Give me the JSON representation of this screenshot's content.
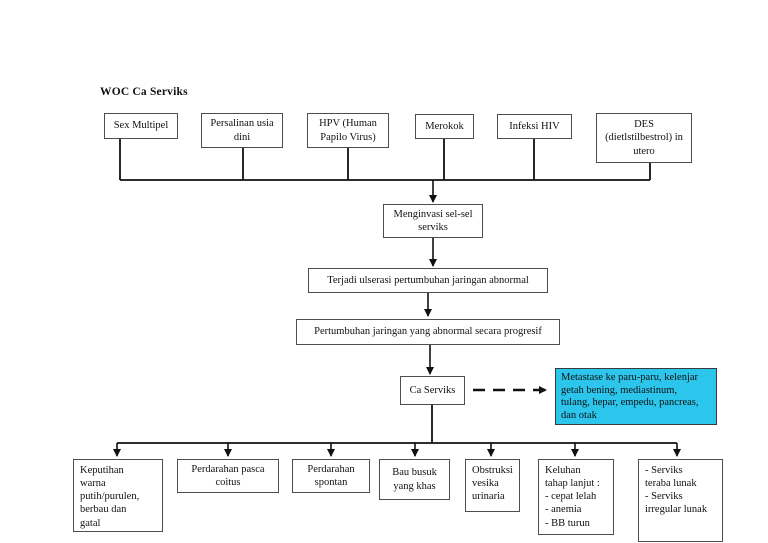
{
  "title": "WOC Ca Serviks",
  "risk_factors": [
    "Sex Multipel",
    "Persalinan usia\ndini",
    "HPV (Human\nPapilo Virus)",
    "Merokok",
    "Infeksi HIV",
    "DES\n(dietlstilbestrol) in\nutero"
  ],
  "process": {
    "invasion": "Menginvasi sel-sel\nserviks",
    "ulceration": "Terjadi ulserasi pertumbuhan jaringan abnormal",
    "progression": "Pertumbuhan jaringan yang abnormal secara progresif",
    "diagnosis": "Ca Serviks"
  },
  "metastasis": "Metastase ke paru-paru, kelenjar\ngetah bening, mediastinum,\ntulang, hepar, empedu, pancreas,\ndan otak",
  "manifestations": [
    "Keputihan\nwarna\nputih/purulen,\nberbau dan\ngatal",
    "Perdarahan pasca\ncoitus",
    "Perdarahan\nspontan",
    "Bau busuk\nyang khas",
    "Obstruksi\nvesika\nurinaria",
    "Keluhan\ntahap lanjut :\n- cepat lelah\n- anemia\n- BB turun",
    "- Serviks\nteraba lunak\n- Serviks\nirregular lunak"
  ],
  "colors": {
    "metastasis_highlight": "#2cc6ec",
    "line": "#111111",
    "box_border": "#4d4d4d"
  }
}
